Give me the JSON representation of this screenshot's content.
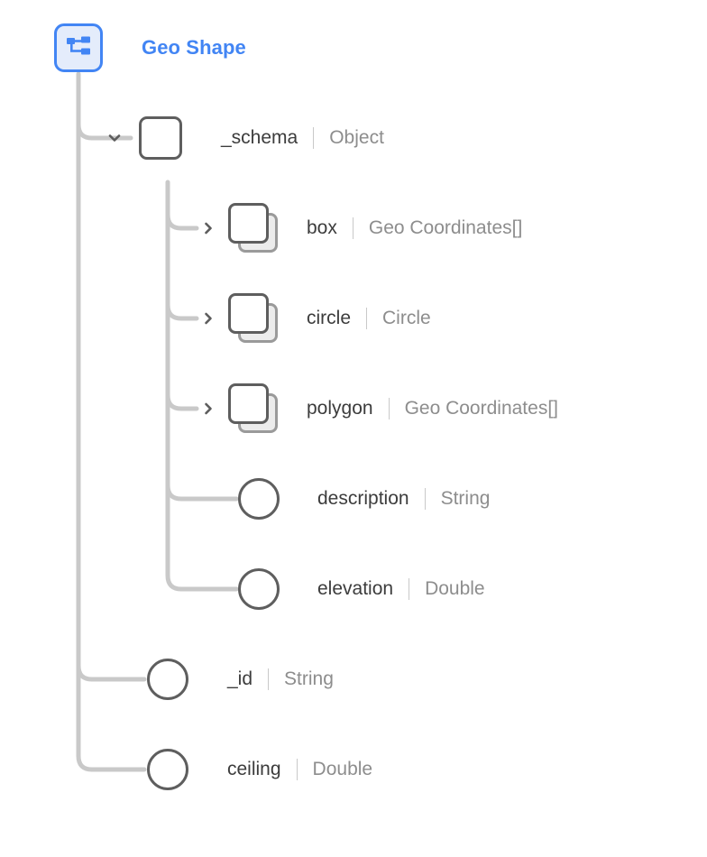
{
  "root": {
    "title": "Geo Shape",
    "icon": "schema-hierarchy-icon",
    "accent_color": "#4285f4",
    "icon_fill": "#e4ecfb"
  },
  "colors": {
    "name_text": "#3c3c3c",
    "type_text": "#8d8d8d",
    "node_stroke": "#5e5e5e",
    "connector": "#c9c9c9",
    "accent": "#4285f4"
  },
  "nodes": [
    {
      "name": "_schema",
      "type": "Object",
      "shape": "object",
      "expanded": true,
      "chevron": "chevron-down-icon",
      "depth": 1
    },
    {
      "name": "box",
      "type": "Geo Coordinates[]",
      "shape": "array",
      "expanded": false,
      "chevron": "chevron-right-icon",
      "depth": 2
    },
    {
      "name": "circle",
      "type": "Circle",
      "shape": "array",
      "expanded": false,
      "chevron": "chevron-right-icon",
      "depth": 2
    },
    {
      "name": "polygon",
      "type": "Geo Coordinates[]",
      "shape": "array",
      "expanded": false,
      "chevron": "chevron-right-icon",
      "depth": 2
    },
    {
      "name": "description",
      "type": "String",
      "shape": "leaf",
      "expanded": null,
      "chevron": "",
      "depth": 2
    },
    {
      "name": "elevation",
      "type": "Double",
      "shape": "leaf",
      "expanded": null,
      "chevron": "",
      "depth": 2
    },
    {
      "name": "_id",
      "type": "String",
      "shape": "leaf",
      "expanded": null,
      "chevron": "",
      "depth": 1
    },
    {
      "name": "ceiling",
      "type": "Double",
      "shape": "leaf",
      "expanded": null,
      "chevron": "",
      "depth": 1
    }
  ]
}
